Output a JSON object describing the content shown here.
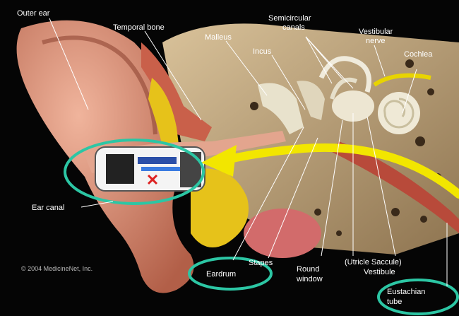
{
  "labels": {
    "outer_ear": "Outer ear",
    "temporal_bone": "Temporal bone",
    "malleus": "Malleus",
    "incus": "Incus",
    "semicircular_line1": "Semicircular",
    "semicircular_line2": "canals",
    "vestibular_line1": "Vestibular",
    "vestibular_line2": "nerve",
    "cochlea": "Cochlea",
    "ear_canal": "Ear canal",
    "stapes": "Stapes",
    "eardrum": "Eardrum",
    "round_window_line1": "Round",
    "round_window_line2": "window",
    "utricle_saccule": "(Utricle  Saccule)",
    "vestibule": "Vestibule",
    "eustachian_line1": "Eustachian",
    "eustachian_line2": "tube",
    "copyright": "© 2004 MedicineNet, Inc."
  },
  "colors": {
    "highlight_circle": "#2cc6a4",
    "arrow": "#f2e600",
    "skin": "#d98a72",
    "bone": "#cdb28a",
    "fat": "#e6c21a"
  }
}
